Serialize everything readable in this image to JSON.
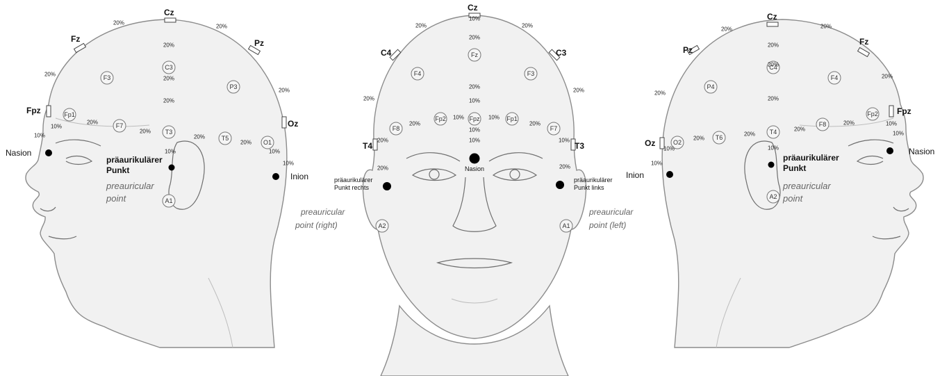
{
  "left_view": {
    "electrodes": [
      "F3",
      "C3",
      "P3",
      "Fp1",
      "F7",
      "T3",
      "T5",
      "O1",
      "A1"
    ],
    "pcts": [
      "20%",
      "20%",
      "20%",
      "20%",
      "20%",
      "20%",
      "20%",
      "20%",
      "20%",
      "20%",
      "20%",
      "10%",
      "10%",
      "10%",
      "10%",
      "10%"
    ],
    "tags": {
      "cz": "Cz",
      "fz": "Fz",
      "pz": "Pz",
      "fpz": "Fpz",
      "oz": "Oz"
    },
    "nasion": "Nasion",
    "inion": "Inion",
    "de_line1": "präaurikulärer",
    "de_line2": "Punkt",
    "en_line1": "preauricular",
    "en_line2": "point"
  },
  "front_view": {
    "electrodes": [
      "Fz",
      "F4",
      "F3",
      "Fp2",
      "Fpz",
      "Fp1",
      "F8",
      "F7",
      "A2",
      "A1"
    ],
    "pcts": [
      "20%",
      "20%",
      "20%",
      "20%",
      "20%",
      "20%",
      "20%",
      "20%",
      "20%",
      "10%",
      "10%",
      "10%",
      "10%",
      "20%",
      "20%",
      "10%",
      "10%",
      "10%"
    ],
    "tags": {
      "cz": "Cz",
      "c4": "C4",
      "c3": "C3",
      "t4": "T4",
      "t3": "T3"
    },
    "nasion": "Nasion",
    "de_right1": "präaurikulärer",
    "de_right2": "Punkt rechts",
    "de_left1": "präaurikulärer",
    "de_left2": "Punkt links",
    "en_right1": "preauricular",
    "en_right2": "point (right)",
    "en_left1": "preauricular",
    "en_left2": "point (left)"
  },
  "right_view": {
    "electrodes": [
      "C4",
      "P4",
      "F4",
      "F8",
      "Fp2",
      "O2",
      "T6",
      "T4",
      "A2"
    ],
    "pcts": [
      "20%",
      "20%",
      "20%",
      "20%",
      "20%",
      "20%",
      "20%",
      "20%",
      "20%",
      "20%",
      "20%",
      "10%",
      "10%",
      "10%",
      "10%",
      "10%"
    ],
    "tags": {
      "cz": "Cz",
      "pz": "Pz",
      "fz": "Fz",
      "fpz": "Fpz",
      "oz": "Oz"
    },
    "nasion": "Nasion",
    "inion": "Inion",
    "de_line1": "präaurikulärer",
    "de_line2": "Punkt",
    "en_line1": "preauricular",
    "en_line2": "point"
  }
}
